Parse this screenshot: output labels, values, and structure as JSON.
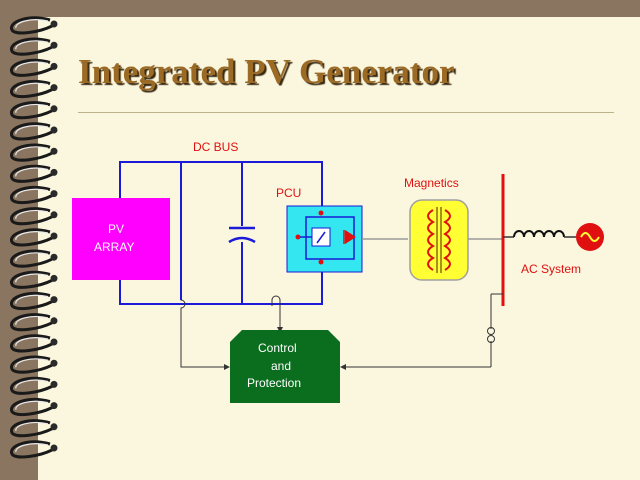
{
  "title": "Integrated PV Generator",
  "labels": {
    "dc_bus": "DC BUS",
    "pcu": "PCU",
    "magnetics": "Magnetics",
    "pv_line1": "PV",
    "pv_line2": "ARRAY",
    "ac_system": "AC System",
    "control_line1": "Control",
    "control_line2": "and",
    "control_line3": "Protection"
  },
  "colors": {
    "background": "#8a7560",
    "paper": "#fbf7df",
    "title": "#9b6a24",
    "bus_lines": "#1a1ad8",
    "pv_array": "#ff00ff",
    "pcu": "#33e6f0",
    "magnetics": "#ffff33",
    "control": "#0a6e1e",
    "label_red": "#e01010",
    "ac_bus": "#e01010"
  },
  "icons": [
    "spiral-binding",
    "capacitor-icon",
    "switch-icon",
    "diode-icon",
    "transformer-icon",
    "inductor-icon",
    "ac-source-icon",
    "current-sensor-icon"
  ]
}
